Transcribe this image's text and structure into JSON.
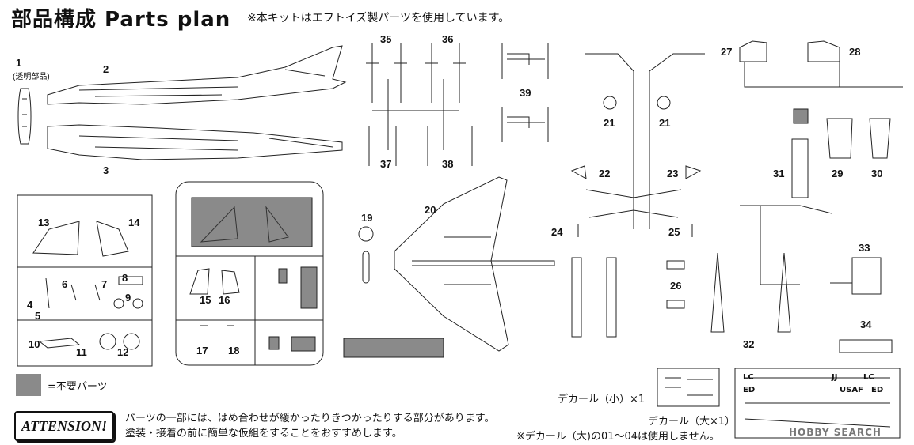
{
  "header": {
    "title": "部品構成 Parts plan",
    "note": "※本キットはエフトイズ製パーツを使用しています。"
  },
  "parts": {
    "p1": "1",
    "p1_sub": "(透明部品)",
    "p2": "2",
    "p3": "3",
    "p4": "4",
    "p5": "5",
    "p6": "6",
    "p7": "7",
    "p8": "8",
    "p9": "9",
    "p10": "10",
    "p11": "11",
    "p12": "12",
    "p13": "13",
    "p14": "14",
    "p15": "15",
    "p16": "16",
    "p17": "17",
    "p18": "18",
    "p19": "19",
    "p20": "20",
    "p21a": "21",
    "p21b": "21",
    "p22": "22",
    "p23": "23",
    "p24": "24",
    "p25": "25",
    "p26": "26",
    "p27": "27",
    "p28": "28",
    "p29": "29",
    "p30": "30",
    "p31": "31",
    "p32": "32",
    "p33": "33",
    "p34": "34",
    "p35": "35",
    "p36": "36",
    "p37": "37",
    "p38": "38",
    "p39": "39"
  },
  "legend": {
    "text": "=不要パーツ",
    "color": "#8a8a8a"
  },
  "attention": {
    "badge": "ATTENSION!",
    "line1": "パーツの一部には、はめ合わせが緩かったりきつかったりする部分があります。",
    "line2": "塗装・接着の前に簡単な仮組をすることをおすすめします。"
  },
  "decals": {
    "small": "デカール（小）×1",
    "large": "デカール（大×1）",
    "note": "※デカール（大)の01～04は使用しません。",
    "small_marks": [
      "LC",
      "JJ",
      "LC",
      "ED",
      "USAF",
      "ED"
    ]
  },
  "watermark": "HOBBY SEARCH"
}
